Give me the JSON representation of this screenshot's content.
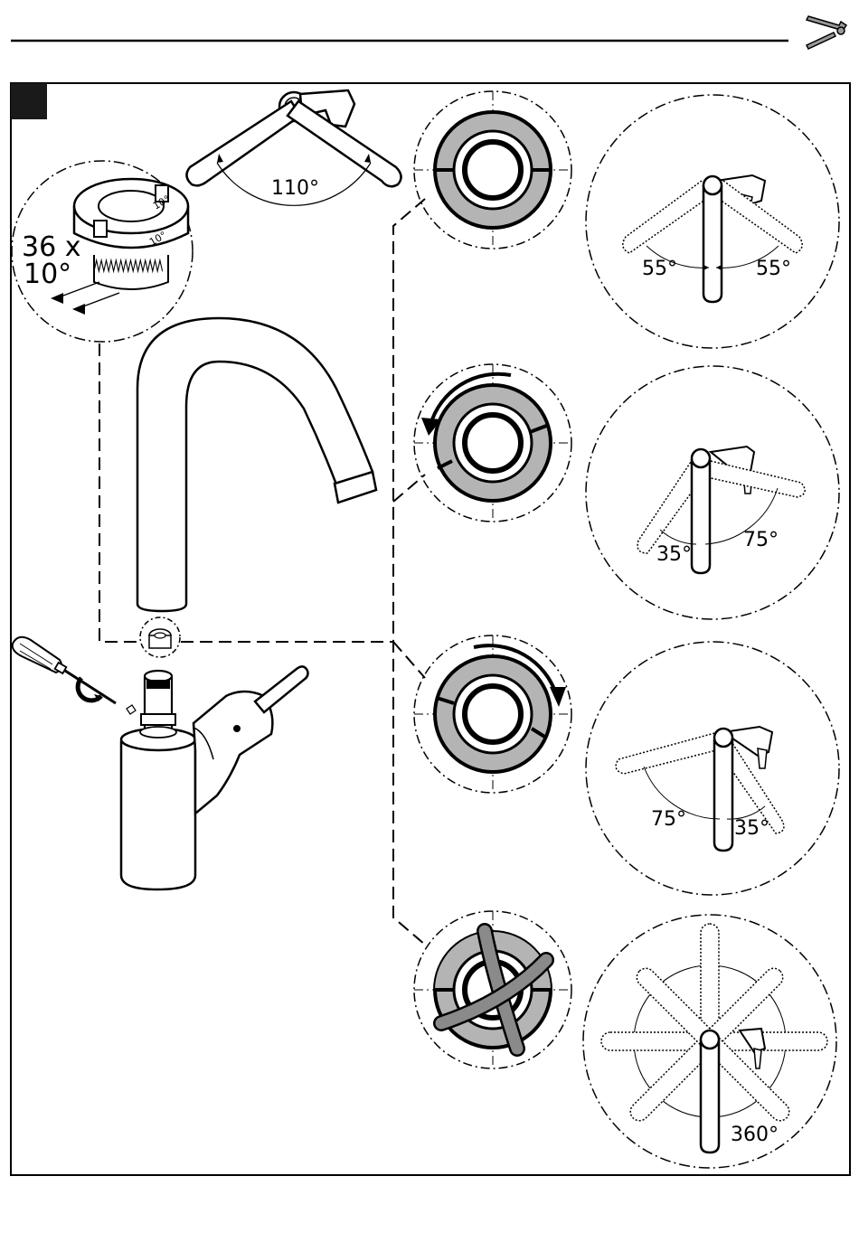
{
  "header": {
    "tools_icon": "wrench-screwdriver-icon"
  },
  "step_marker": {
    "icon": "black-square"
  },
  "spout_swing": {
    "angle_label": "110°"
  },
  "limiter_ring": {
    "size_label": "36 x",
    "teeth_label": "10°",
    "ring_marks": [
      "10°",
      "10°"
    ]
  },
  "settings": [
    {
      "id": "symmetric",
      "left_label": "55°",
      "right_label": "55°",
      "rotation": "none"
    },
    {
      "id": "ccw",
      "left_label": "35°",
      "right_label": "75°",
      "rotation": "counterclockwise"
    },
    {
      "id": "cw",
      "left_label": "75°",
      "right_label": "35°",
      "rotation": "clockwise"
    },
    {
      "id": "removed",
      "label": "360°",
      "rotation": "none",
      "crossed_out": true
    }
  ],
  "colors": {
    "ring_fill": "#b4b4b4",
    "cross": "#8a8a8a",
    "ink": "#000000"
  }
}
